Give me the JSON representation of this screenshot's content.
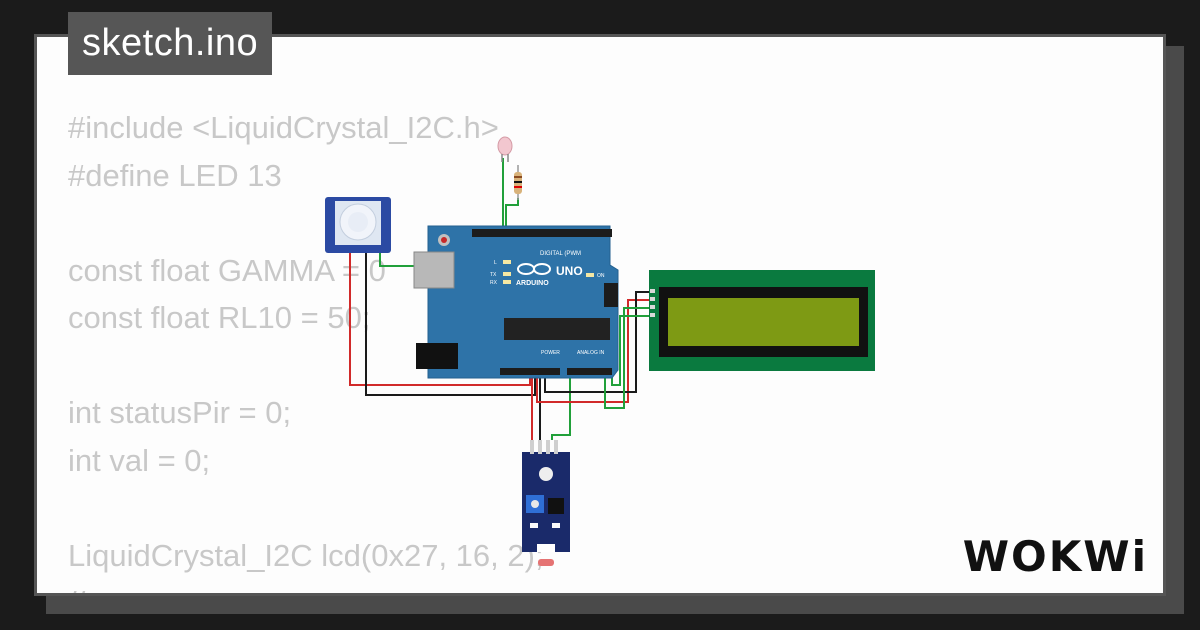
{
  "file_tab": {
    "title": "sketch.ino"
  },
  "code_lines": [
    "#include <LiquidCrystal_I2C.h>",
    "#define LED 13",
    "",
    "const float GAMMA = 0",
    "const float RL10 = 50;",
    "",
    "int statusPir = 0;",
    "int val = 0;",
    "",
    "LiquidCrystal_I2C lcd(0x27, 16, 2);",
    "//"
  ],
  "board": {
    "name": "UNO",
    "brand": "ARDUINO",
    "digital_label": "DIGITAL (PWM",
    "analog_label": "ANALOG IN",
    "power_label": "POWER",
    "led_labels": [
      "L",
      "TX",
      "RX",
      "ON"
    ]
  },
  "colors": {
    "board": "#2e73a8",
    "lcd_pcb": "#0a7a3f",
    "lcd_screen": "#7e9a14",
    "wire_red": "#d12a2a",
    "wire_black": "#1a1a1a",
    "wire_green": "#21a03a",
    "module": "#1a2a6a"
  },
  "brand": {
    "logo_text": "WOKWi"
  }
}
